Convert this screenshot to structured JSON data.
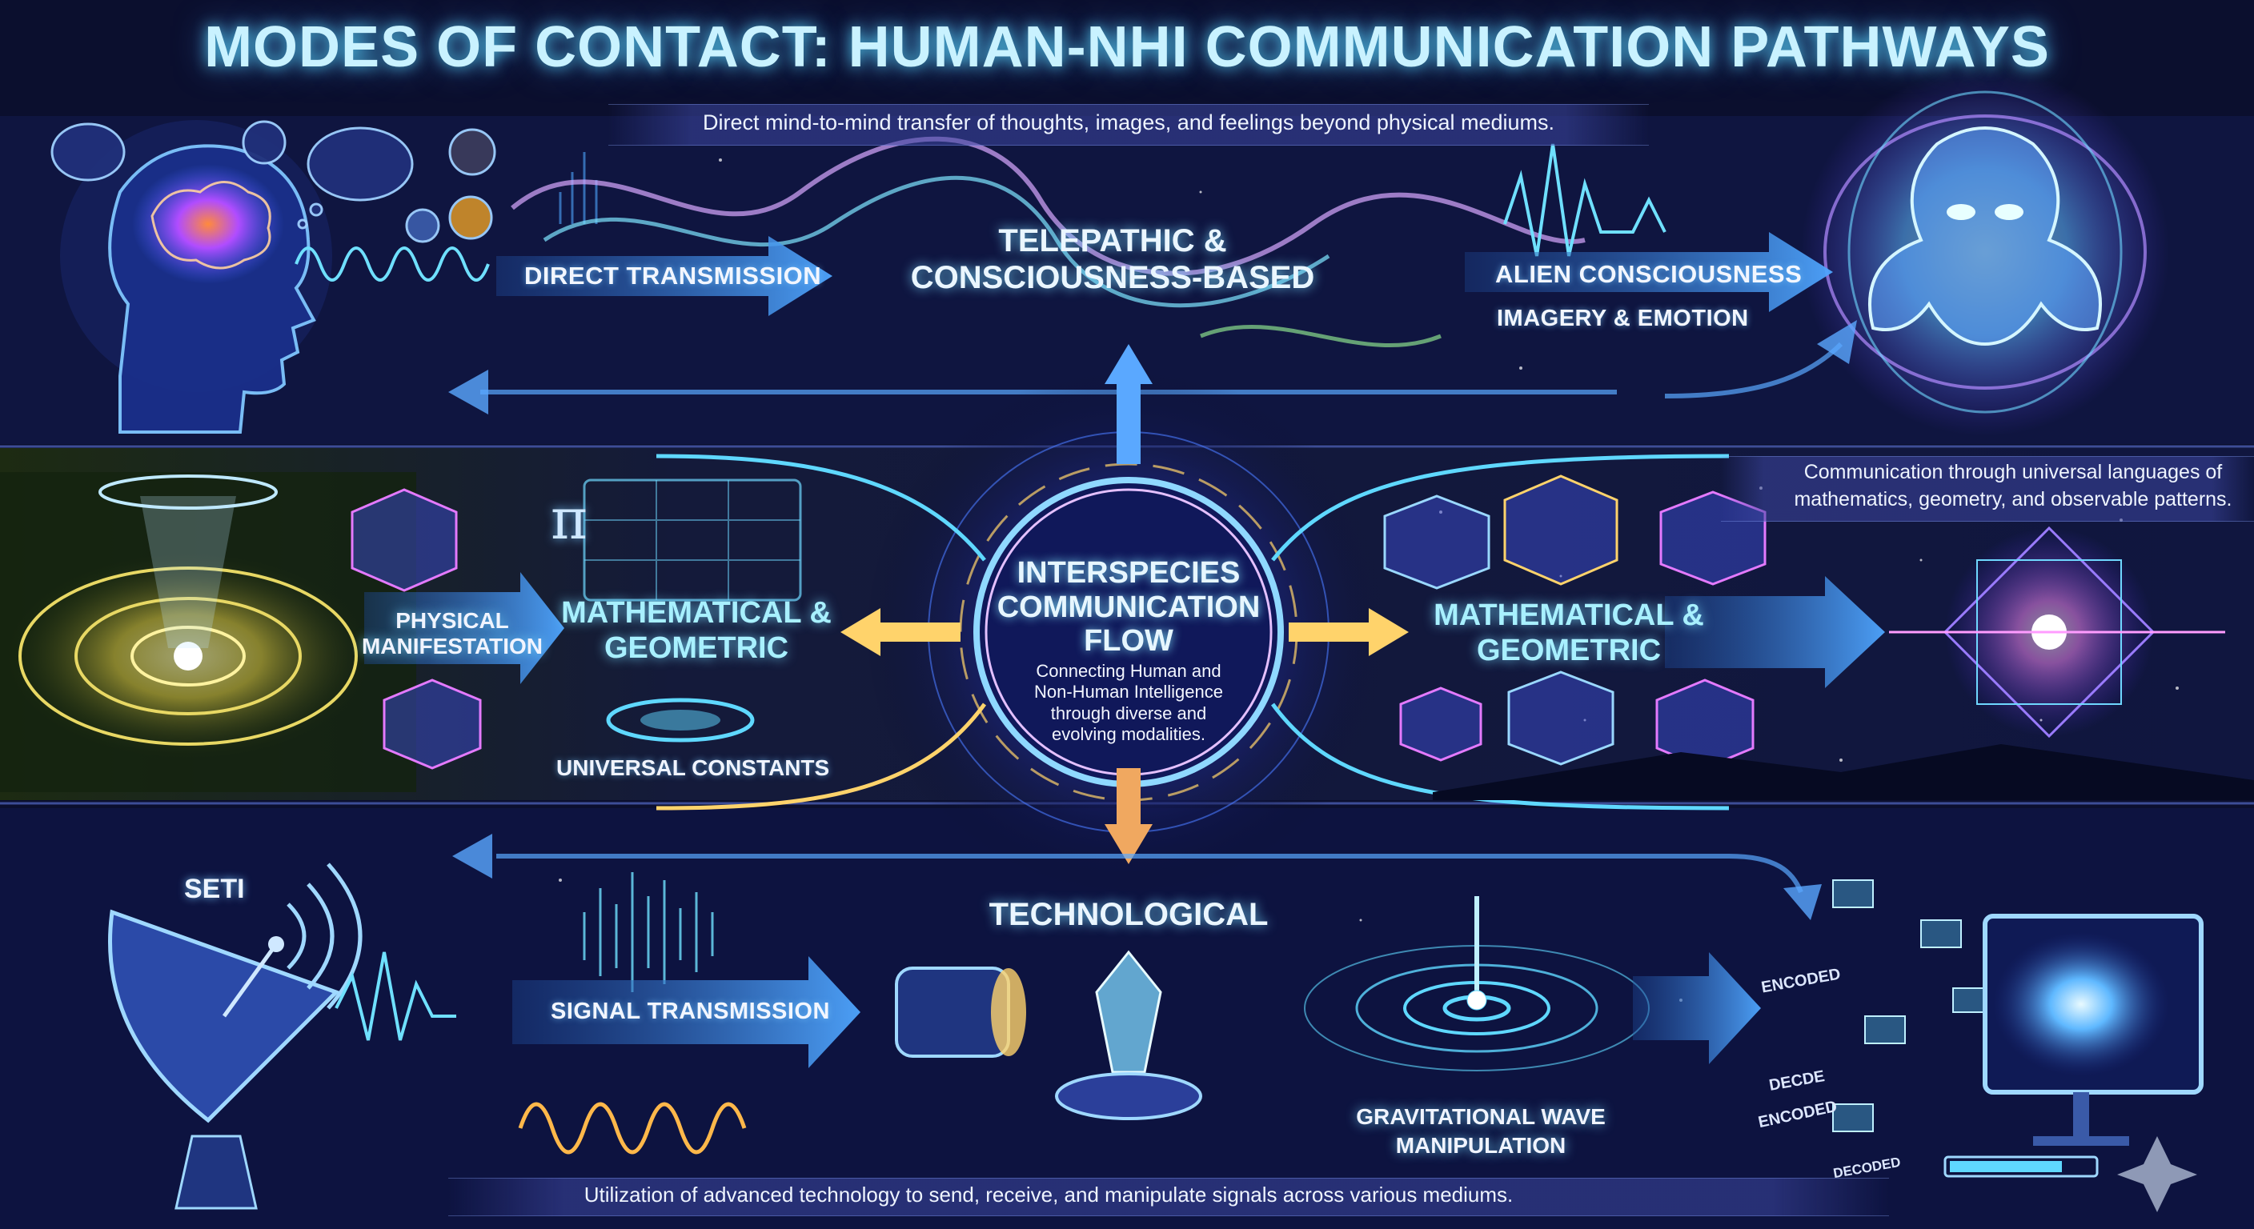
{
  "title": "MODES OF CONTACT: HUMAN-NHI COMMUNICATION PATHWAYS",
  "telepathic": {
    "caption": "Direct mind-to-mind transfer of thoughts, images, and feelings beyond physical mediums.",
    "heading": "TELEPATHIC & CONSCIOUSNESS-BASED",
    "left_arrow": "DIRECT TRANSMISSION",
    "right_arrow_1": "ALIEN CONSCIOUSNESS",
    "right_arrow_2": "IMAGERY & EMOTION"
  },
  "mathematical": {
    "caption": "Communication through universal languages of mathematics, geometry, and observable patterns.",
    "heading_left": "MATHEMATICAL & GEOMETRIC",
    "heading_right": "MATHEMATICAL & GEOMETRIC",
    "left_arrow": "PHYSICAL MANIFESTATION",
    "sub_label": "UNIVERSAL CONSTANTS",
    "pi_symbol": "π"
  },
  "hub": {
    "title": "INTERSPECIES COMMUNICATION FLOW",
    "subtitle": "Connecting Human and Non-Human Intelligence through diverse and evolving modalities."
  },
  "technological": {
    "caption": "Utilization of advanced technology to send, receive, and manipulate signals across various mediums.",
    "heading": "TECHNOLOGICAL",
    "seti_label": "SETI",
    "left_arrow": "SIGNAL TRANSMISSION",
    "wave_label": "GRAVITATIONAL WAVE MANIPULATION",
    "encoded_1": "ENCODED",
    "encoded_2": "ENCODED",
    "decode": "DECDE",
    "decoded": "DECODED"
  },
  "colors": {
    "background": "#0b0f2e",
    "cyan": "#5fd8ff",
    "gold": "#ffd36b",
    "violet": "#9a6bff",
    "magenta": "#e06bff"
  }
}
